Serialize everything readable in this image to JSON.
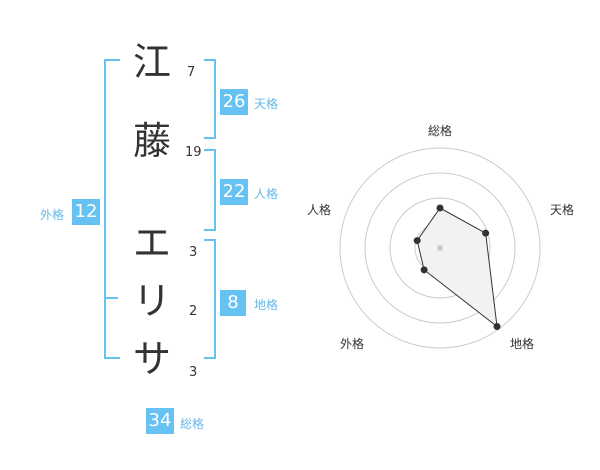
{
  "colors": {
    "accent": "#66c2f2",
    "accent_text": "#66b8e6",
    "text": "#333333",
    "ring": "#cccccc",
    "poly_fill": "#f2f2f2"
  },
  "name": {
    "chars": [
      {
        "char": "江",
        "strokes": "7"
      },
      {
        "char": "藤",
        "strokes": "19"
      },
      {
        "char": "エ",
        "strokes": "3"
      },
      {
        "char": "リ",
        "strokes": "2"
      },
      {
        "char": "サ",
        "strokes": "3"
      }
    ]
  },
  "grades": {
    "tenkaku": {
      "value": "26",
      "label": "天格"
    },
    "jinkaku": {
      "value": "22",
      "label": "人格"
    },
    "chikaku": {
      "value": "8",
      "label": "地格"
    },
    "gaikaku": {
      "value": "12",
      "label": "外格"
    },
    "soukaku": {
      "value": "34",
      "label": "総格"
    }
  },
  "radar": {
    "axes": [
      "総格",
      "天格",
      "地格",
      "外格",
      "人格"
    ],
    "rings": 4,
    "values": [
      0.4,
      0.48,
      0.97,
      0.27,
      0.24
    ]
  }
}
